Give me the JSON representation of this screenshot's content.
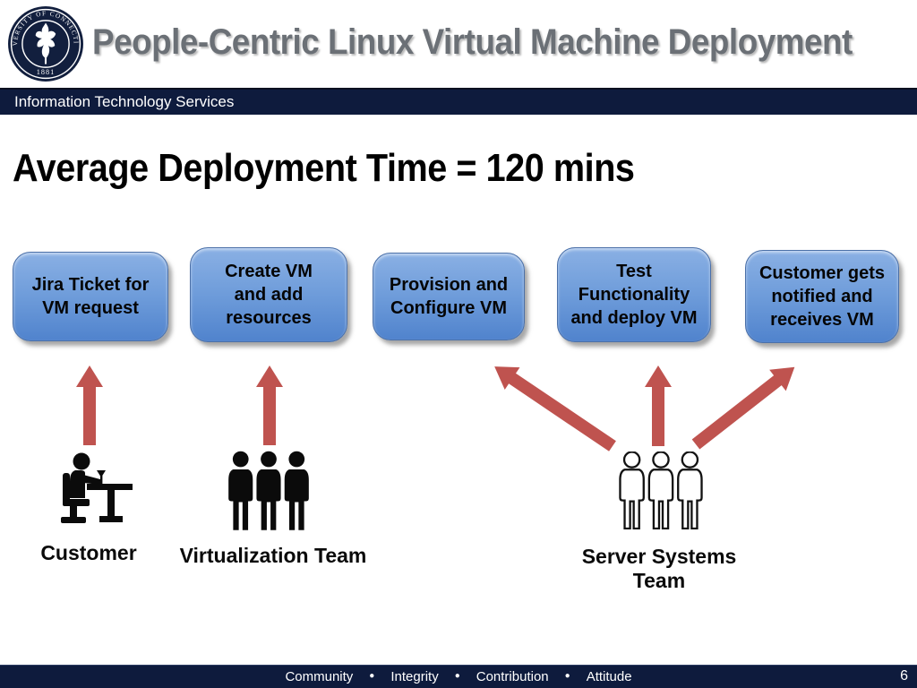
{
  "slide": {
    "header": {
      "logo": {
        "icon": "uconn-seal-icon",
        "ring_text": "UNIVERSITY OF CONNECTICUT",
        "year": "1881"
      },
      "title": "People-Centric Linux Virtual Machine Deployment",
      "department_bar": "Information Technology Services"
    },
    "heading": "Average Deployment Time = 120 mins",
    "process_steps": [
      "Jira Ticket for VM request",
      "Create VM and add resources",
      "Provision and Configure VM",
      "Test Functionality and deploy VM",
      "Customer gets notified and receives VM"
    ],
    "actors": [
      {
        "label": "Customer",
        "icon": "person-at-desk-icon"
      },
      {
        "label": "Virtualization Team",
        "icon": "three-people-filled-icon"
      },
      {
        "label": "Server Systems Team",
        "icon": "three-people-outline-icon"
      }
    ],
    "footer": {
      "values": [
        "Community",
        "Integrity",
        "Contribution",
        "Attitude"
      ],
      "separator": "●",
      "page_number": "6"
    },
    "colors": {
      "navy": "#0e1b3d",
      "title_gray": "#6b7076",
      "box_blue_top": "#8ab0e4",
      "box_blue_bottom": "#5083cd",
      "box_border": "#4b70a8",
      "arrow_red": "#bf534f",
      "text_black": "#000000"
    }
  }
}
